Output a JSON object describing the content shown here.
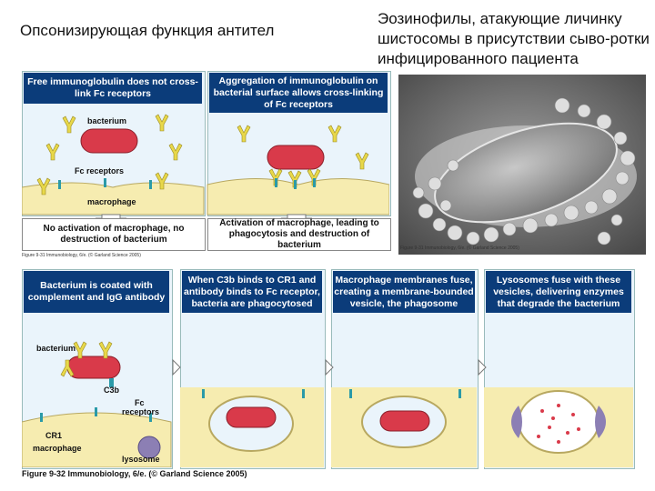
{
  "titles": {
    "left": "Опсонизирующая функция антител",
    "right": "Эозинофилы, атакующие личинку шистосомы в присутствии сыво-ротки инфицированного пациента"
  },
  "fig31": {
    "left_header": "Free immunoglobulin does not cross-link Fc receptors",
    "right_header": "Aggregation of immunoglobulin on bacterial surface allows cross-linking of Fc receptors",
    "label_bacterium": "bacterium",
    "label_fc_receptors": "Fc receptors",
    "label_macrophage": "macrophage",
    "left_result": "No activation of macrophage, no destruction of bacterium",
    "right_result": "Activation of macrophage, leading to phagocytosis and destruction of bacterium",
    "caption": "Figure 9-31 Immunobiology, 6/e. (© Garland Science 2005)"
  },
  "micrograph": {
    "caption": "Figure 9-31 Immunobiology, 6/e. (© Garland Science 2005)"
  },
  "fig32": {
    "headers": [
      "Bacterium is coated with complement and IgG antibody",
      "When C3b binds to CR1 and antibody binds to Fc receptor, bacteria are phagocytosed",
      "Macrophage membranes fuse, creating a membrane-bounded vesicle, the phagosome",
      "Lysosomes fuse with these vesicles, delivering enzymes that degrade the bacterium"
    ],
    "label_bacterium": "bacterium",
    "label_c3b": "C3b",
    "label_fc": "Fc",
    "label_receptors": "receptors",
    "label_cr1": "CR1",
    "label_macrophage": "macrophage",
    "label_lysosome": "lysosome",
    "caption": "Figure 9-32 Immunobiology, 6/e. (© Garland Science 2005)"
  },
  "colors": {
    "header_bg": "#0b3c7a",
    "bacterium": "#d93a4a",
    "antibody": "#e8d84a",
    "receptor": "#2a9aa8",
    "macrophage": "#f6ecb0",
    "lysosome": "#8c7fb4"
  }
}
